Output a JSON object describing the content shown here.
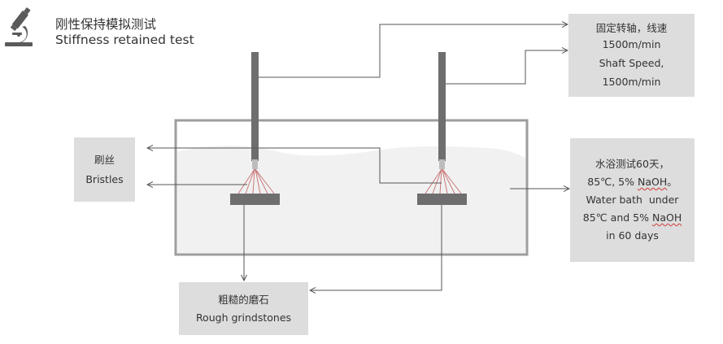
{
  "header": {
    "title_zh": "刚性保持模拟测试",
    "title_en": "Stiffness retained test",
    "icon": "microscope-icon"
  },
  "labels": {
    "speed": {
      "line1": "固定转轴，线速",
      "line2": "1500m/min",
      "line3": "Shaft Speed,",
      "line4": "1500m/min"
    },
    "bristles": {
      "zh": "刷丝",
      "en": "Bristles"
    },
    "bath": {
      "line1": "水浴测试60天，",
      "line2_pre": "85℃, 5% ",
      "line2_chem": "NaOH",
      "line2_post": "。",
      "line3": "Water bath  under",
      "line4_pre": "85℃ and 5% ",
      "line4_chem": "NaOH",
      "line5": "in 60 days"
    },
    "grindstone": {
      "zh": "粗糙的磨石",
      "en": "Rough grindstones"
    }
  },
  "colors": {
    "shaft": "#6e6e6e",
    "tank_border": "#9d9d9d",
    "water": "#f1f1f1",
    "bristle": "#c87878",
    "label_bg": "#dddddd",
    "line": "#555555",
    "wavy_underline": "#d23a3a"
  }
}
